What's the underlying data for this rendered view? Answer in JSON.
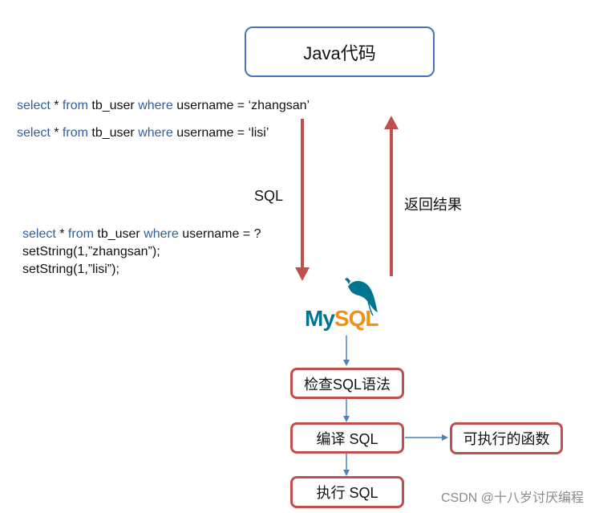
{
  "java_box": {
    "label": "Java代码"
  },
  "queries": [
    {
      "select": "select",
      "star": " * ",
      "from": "from",
      "table": " tb_user ",
      "where": "where",
      "condition": " username = ‘zhangsan’"
    },
    {
      "select": "select",
      "star": " * ",
      "from": "from",
      "table": " tb_user ",
      "where": "where",
      "condition": " username = ‘lisi’"
    }
  ],
  "labels": {
    "sql": "SQL",
    "return_result": "返回结果"
  },
  "prepared": {
    "select": "select",
    "star": " * ",
    "from": "from",
    "table": " tb_user ",
    "where": "where",
    "condition": " username = ?",
    "line2": "setString(1,”zhangsan”);",
    "line3": "setString(1,”lisi”);"
  },
  "mysql_logo": {
    "my": "My",
    "sql": "SQL"
  },
  "steps": {
    "check": "检查SQL语法",
    "compile": "编译 SQL",
    "execute": "执行 SQL",
    "function": "可执行的函数"
  },
  "watermark": "CSDN @十八岁讨厌编程",
  "colors": {
    "java_border": "#4472c4",
    "step_border": "#c0504d",
    "main_arrow": "#c0504d",
    "flow_arrow": "#4f81bd",
    "keyword": "#2e5f9e",
    "mysql_blue": "#00758f",
    "mysql_orange": "#f29111"
  }
}
